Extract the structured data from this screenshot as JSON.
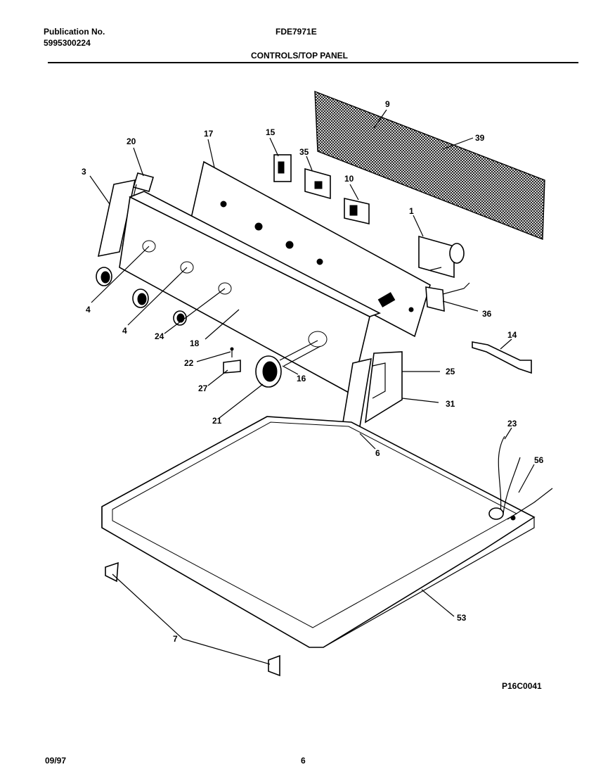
{
  "header": {
    "publication_label": "Publication No.",
    "publication_number": "5995300224",
    "model": "FDE7971E",
    "section_title": "CONTROLS/TOP PANEL"
  },
  "footer": {
    "date": "09/97",
    "page_number": "6",
    "drawing_code": "P16C0041"
  },
  "callouts": {
    "c1": "1",
    "c3": "3",
    "c4a": "4",
    "c4b": "4",
    "c6": "6",
    "c7": "7",
    "c9": "9",
    "c10": "10",
    "c14": "14",
    "c15": "15",
    "c16": "16",
    "c17": "17",
    "c18": "18",
    "c20": "20",
    "c21": "21",
    "c22": "22",
    "c23": "23",
    "c24": "24",
    "c25": "25",
    "c27": "27",
    "c31": "31",
    "c35": "35",
    "c36": "36",
    "c39": "39",
    "c53": "53",
    "c56": "56"
  }
}
